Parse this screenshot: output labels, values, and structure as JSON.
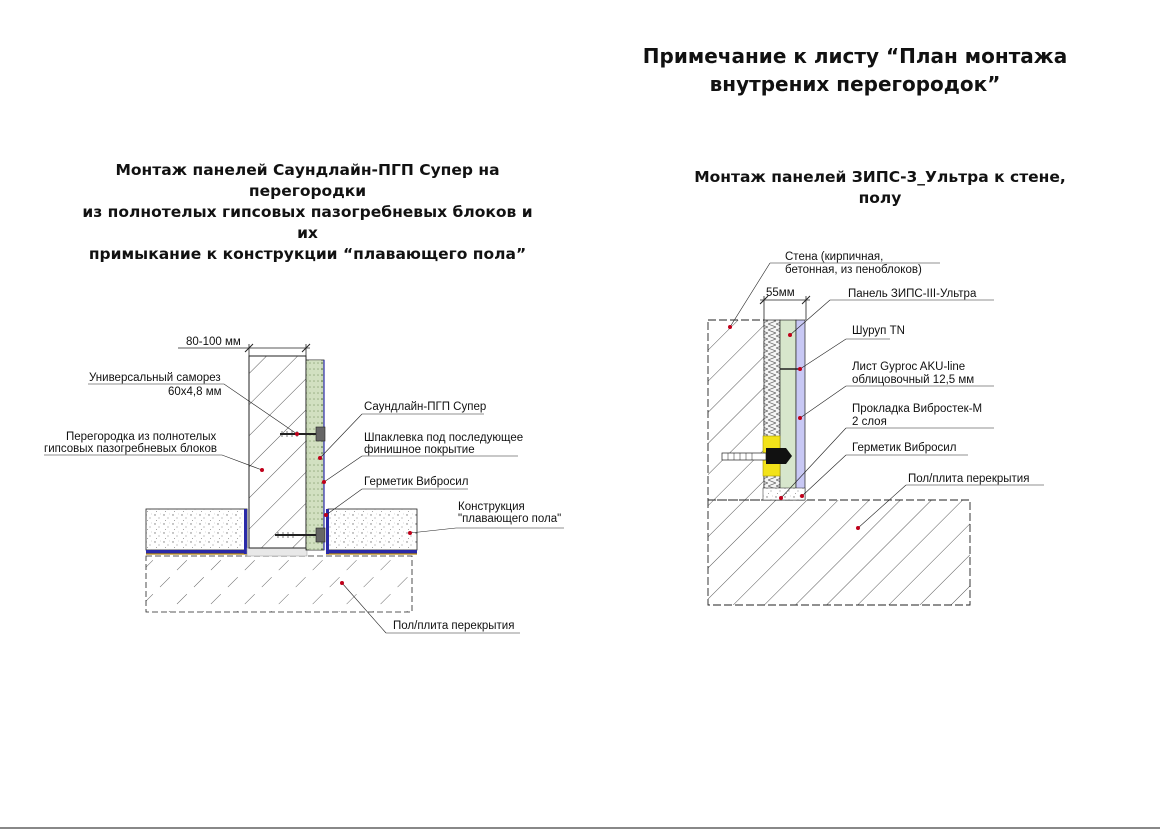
{
  "page_title": {
    "line1": "Примечание к листу  “План монтажа",
    "line2": "внутрених перегородок”"
  },
  "left_detail": {
    "heading": {
      "line1": "Монтаж панелей Саундлайн-ПГП Супер на перегородки",
      "line2": "из полнотелых гипсовых пазогребневых блоков и их",
      "line3": "примыкание к конструкции  “плавающего пола”"
    },
    "labels": {
      "dimension": "80-100 мм",
      "screw_line1": "Универсальный саморез",
      "screw_line2": "60х4,8 мм",
      "partition_line1": "Перегородка из полнотелых",
      "partition_line2": "гипсовых пазогребневых блоков",
      "panel": "Саундлайн-ПГП Супер",
      "putty_line1": "Шпаклевка под последующее",
      "putty_line2": "финишное покрытие",
      "sealant": "Герметик Вибросил",
      "floating_line1": "Конструкция",
      "floating_line2": "\"плавающего пола\"",
      "slab": "Пол/плита перекрытия"
    }
  },
  "right_detail": {
    "heading": "Монтаж панелей ЗИПС-3_Ультра к стене, полу",
    "labels": {
      "wall_line1": "Стена (кирпичная,",
      "wall_line2": "бетонная, из пеноблоков)",
      "dimension": "55мм",
      "panel": "Панель ЗИПС-III-Ультра",
      "screw": "Шуруп TN",
      "sheet_line1": "Лист Gyproc AKU-line",
      "sheet_line2": "облицовочный 12,5 мм",
      "gasket_line1": "Прокладка Вибростек-М",
      "gasket_line2": "2 слоя",
      "sealant": "Герметик Вибросил",
      "slab": "Пол/плита перекрытия"
    }
  },
  "colors": {
    "line": "#111111",
    "hatch": "#333333",
    "dot": "#c0001a",
    "panel_green": "#d7e6cc",
    "panel_blue": "#c8c8f4",
    "gasket_yellow": "#f2e21a",
    "membrane_blue": "#2a2aa8"
  }
}
